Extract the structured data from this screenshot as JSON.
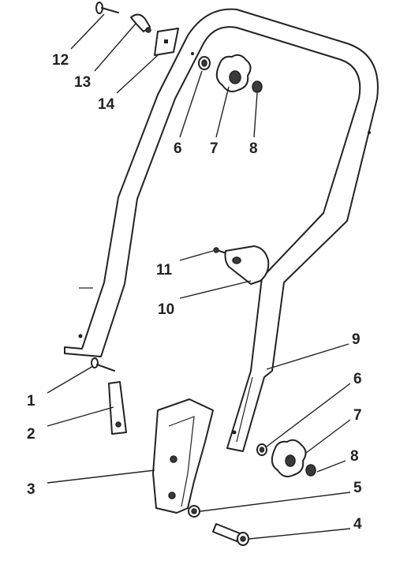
{
  "diagram": {
    "callouts": [
      {
        "id": "c12",
        "label": "12"
      },
      {
        "id": "c13",
        "label": "13"
      },
      {
        "id": "c14",
        "label": "14"
      },
      {
        "id": "c6a",
        "label": "6"
      },
      {
        "id": "c7a",
        "label": "7"
      },
      {
        "id": "c8a",
        "label": "8"
      },
      {
        "id": "c11",
        "label": "11"
      },
      {
        "id": "c10",
        "label": "10"
      },
      {
        "id": "c9",
        "label": "9"
      },
      {
        "id": "c1",
        "label": "1"
      },
      {
        "id": "c2",
        "label": "2"
      },
      {
        "id": "c6b",
        "label": "6"
      },
      {
        "id": "c7b",
        "label": "7"
      },
      {
        "id": "c8b",
        "label": "8"
      },
      {
        "id": "c3",
        "label": "3"
      },
      {
        "id": "c5",
        "label": "5"
      },
      {
        "id": "c4",
        "label": "4"
      }
    ]
  }
}
